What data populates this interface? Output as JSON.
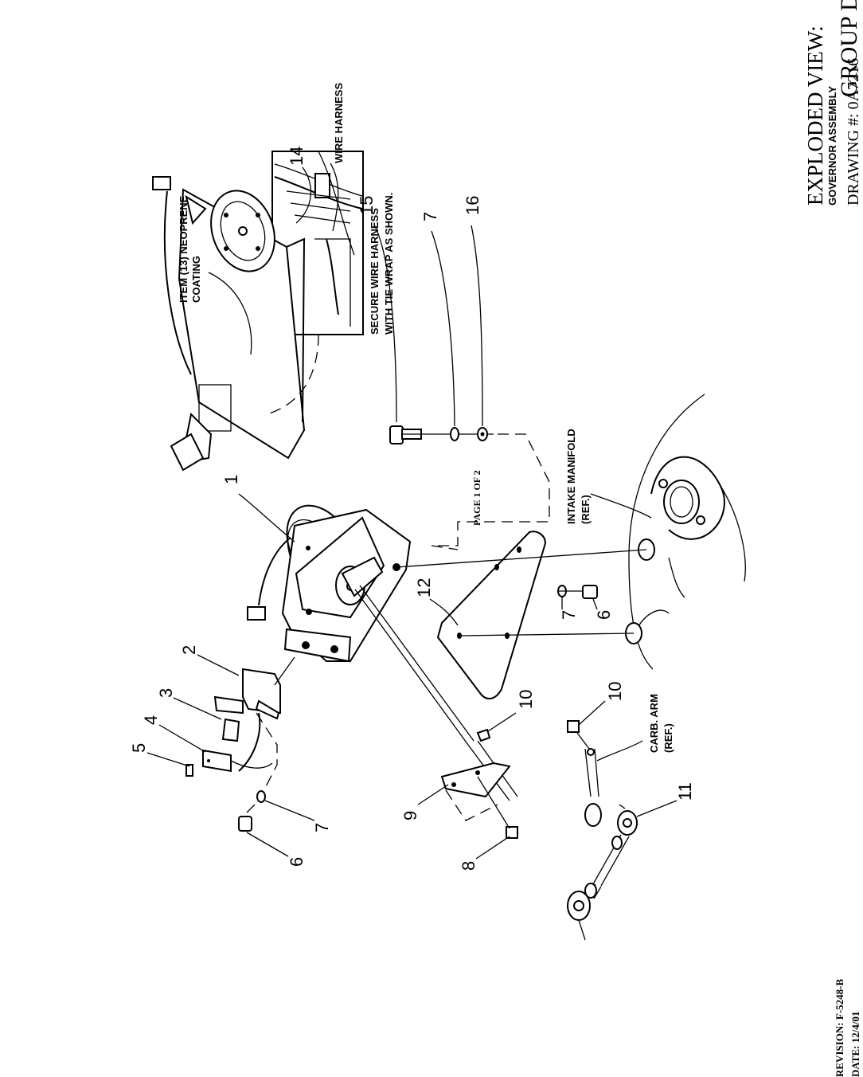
{
  "header": {
    "group": "GROUP D",
    "view_title": "EXPLODED VIEW:",
    "assembly": "GOVERNOR ASSEMBLY",
    "drawing_number": "DRAWING #: 0A7216"
  },
  "footer": {
    "revision": "REVISION: F-5248-B",
    "date": "DATE:  12/4/01",
    "page": "PAGE 1 OF 2"
  },
  "callouts": {
    "n1": "1",
    "n2": "2",
    "n3": "3",
    "n4": "4",
    "n5": "5",
    "n6a": "6",
    "n6b": "6",
    "n7a": "7",
    "n7b": "7",
    "n7c": "7",
    "n8": "8",
    "n9": "9",
    "n10a": "10",
    "n10b": "10",
    "n11": "11",
    "n12": "12",
    "n14": "14",
    "n15": "15",
    "n16": "16"
  },
  "notes": {
    "neoprene_1": "ITEM (13) NEOPRENE",
    "neoprene_2": "COATING",
    "wire_harness": "WIRE HARNESS",
    "secure_1": "SECURE WIRE HARNESS",
    "secure_2": "WITH TIE WRAP AS SHOWN.",
    "intake_1": "INTAKE MANIFOLD",
    "intake_2": "(REF.)",
    "carb_1": "CARB. ARM",
    "carb_2": "(REF.)"
  }
}
